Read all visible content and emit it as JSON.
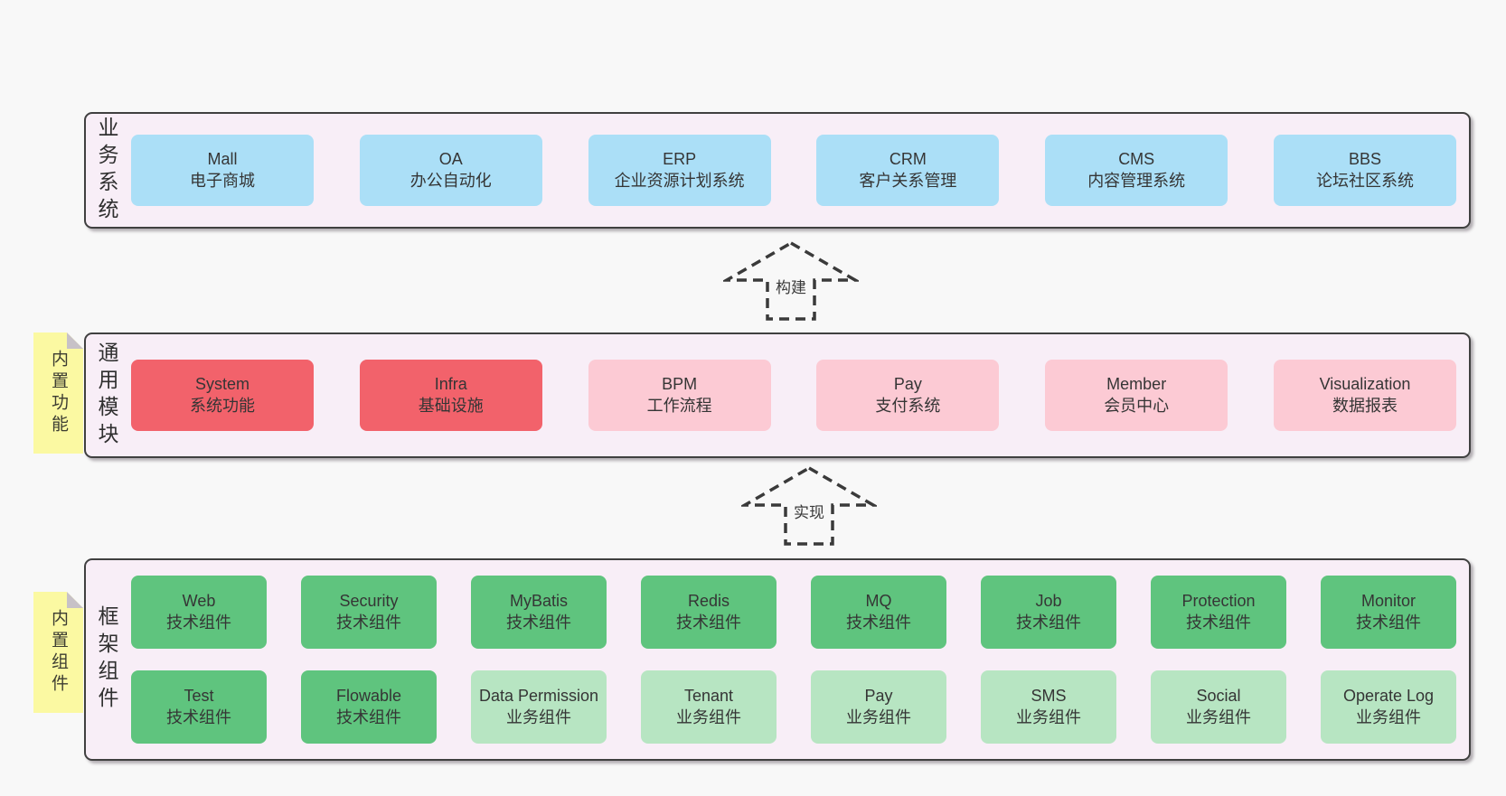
{
  "colors": {
    "page_bg": "#f8f8f8",
    "layer_bg": "#f8eef7",
    "layer_border": "#404040",
    "blue_box": "#abdff7",
    "red_box": "#f2626b",
    "pink_box": "#fccad4",
    "green_box": "#5fc47e",
    "light_green_box": "#b7e5c2",
    "sticky_yellow": "#fbf9a2",
    "text": "#383838"
  },
  "arrows": [
    {
      "label": "构建"
    },
    {
      "label": "实现"
    }
  ],
  "stickies": [
    {
      "label": "内置功能"
    },
    {
      "label": "内置组件"
    }
  ],
  "layers": [
    {
      "label": "业务系统",
      "rows": [
        [
          {
            "name": "Mall",
            "desc": "电子商城"
          },
          {
            "name": "OA",
            "desc": "办公自动化"
          },
          {
            "name": "ERP",
            "desc": "企业资源计划系统"
          },
          {
            "name": "CRM",
            "desc": "客户关系管理"
          },
          {
            "name": "CMS",
            "desc": "内容管理系统"
          },
          {
            "name": "BBS",
            "desc": "论坛社区系统"
          }
        ]
      ]
    },
    {
      "label": "通用模块",
      "rows": [
        [
          {
            "name": "System",
            "desc": "系统功能"
          },
          {
            "name": "Infra",
            "desc": "基础设施"
          },
          {
            "name": "BPM",
            "desc": "工作流程"
          },
          {
            "name": "Pay",
            "desc": "支付系统"
          },
          {
            "name": "Member",
            "desc": "会员中心"
          },
          {
            "name": "Visualization",
            "desc": "数据报表"
          }
        ]
      ]
    },
    {
      "label": "框架组件",
      "rows": [
        [
          {
            "name": "Web",
            "desc": "技术组件"
          },
          {
            "name": "Security",
            "desc": "技术组件"
          },
          {
            "name": "MyBatis",
            "desc": "技术组件"
          },
          {
            "name": "Redis",
            "desc": "技术组件"
          },
          {
            "name": "MQ",
            "desc": "技术组件"
          },
          {
            "name": "Job",
            "desc": "技术组件"
          },
          {
            "name": "Protection",
            "desc": "技术组件"
          },
          {
            "name": "Monitor",
            "desc": "技术组件"
          }
        ],
        [
          {
            "name": "Test",
            "desc": "技术组件"
          },
          {
            "name": "Flowable",
            "desc": "技术组件"
          },
          {
            "name": "Data Permission",
            "desc": "业务组件"
          },
          {
            "name": "Tenant",
            "desc": "业务组件"
          },
          {
            "name": "Pay",
            "desc": "业务组件"
          },
          {
            "name": "SMS",
            "desc": "业务组件"
          },
          {
            "name": "Social",
            "desc": "业务组件"
          },
          {
            "name": "Operate Log",
            "desc": "业务组件"
          }
        ]
      ]
    }
  ]
}
